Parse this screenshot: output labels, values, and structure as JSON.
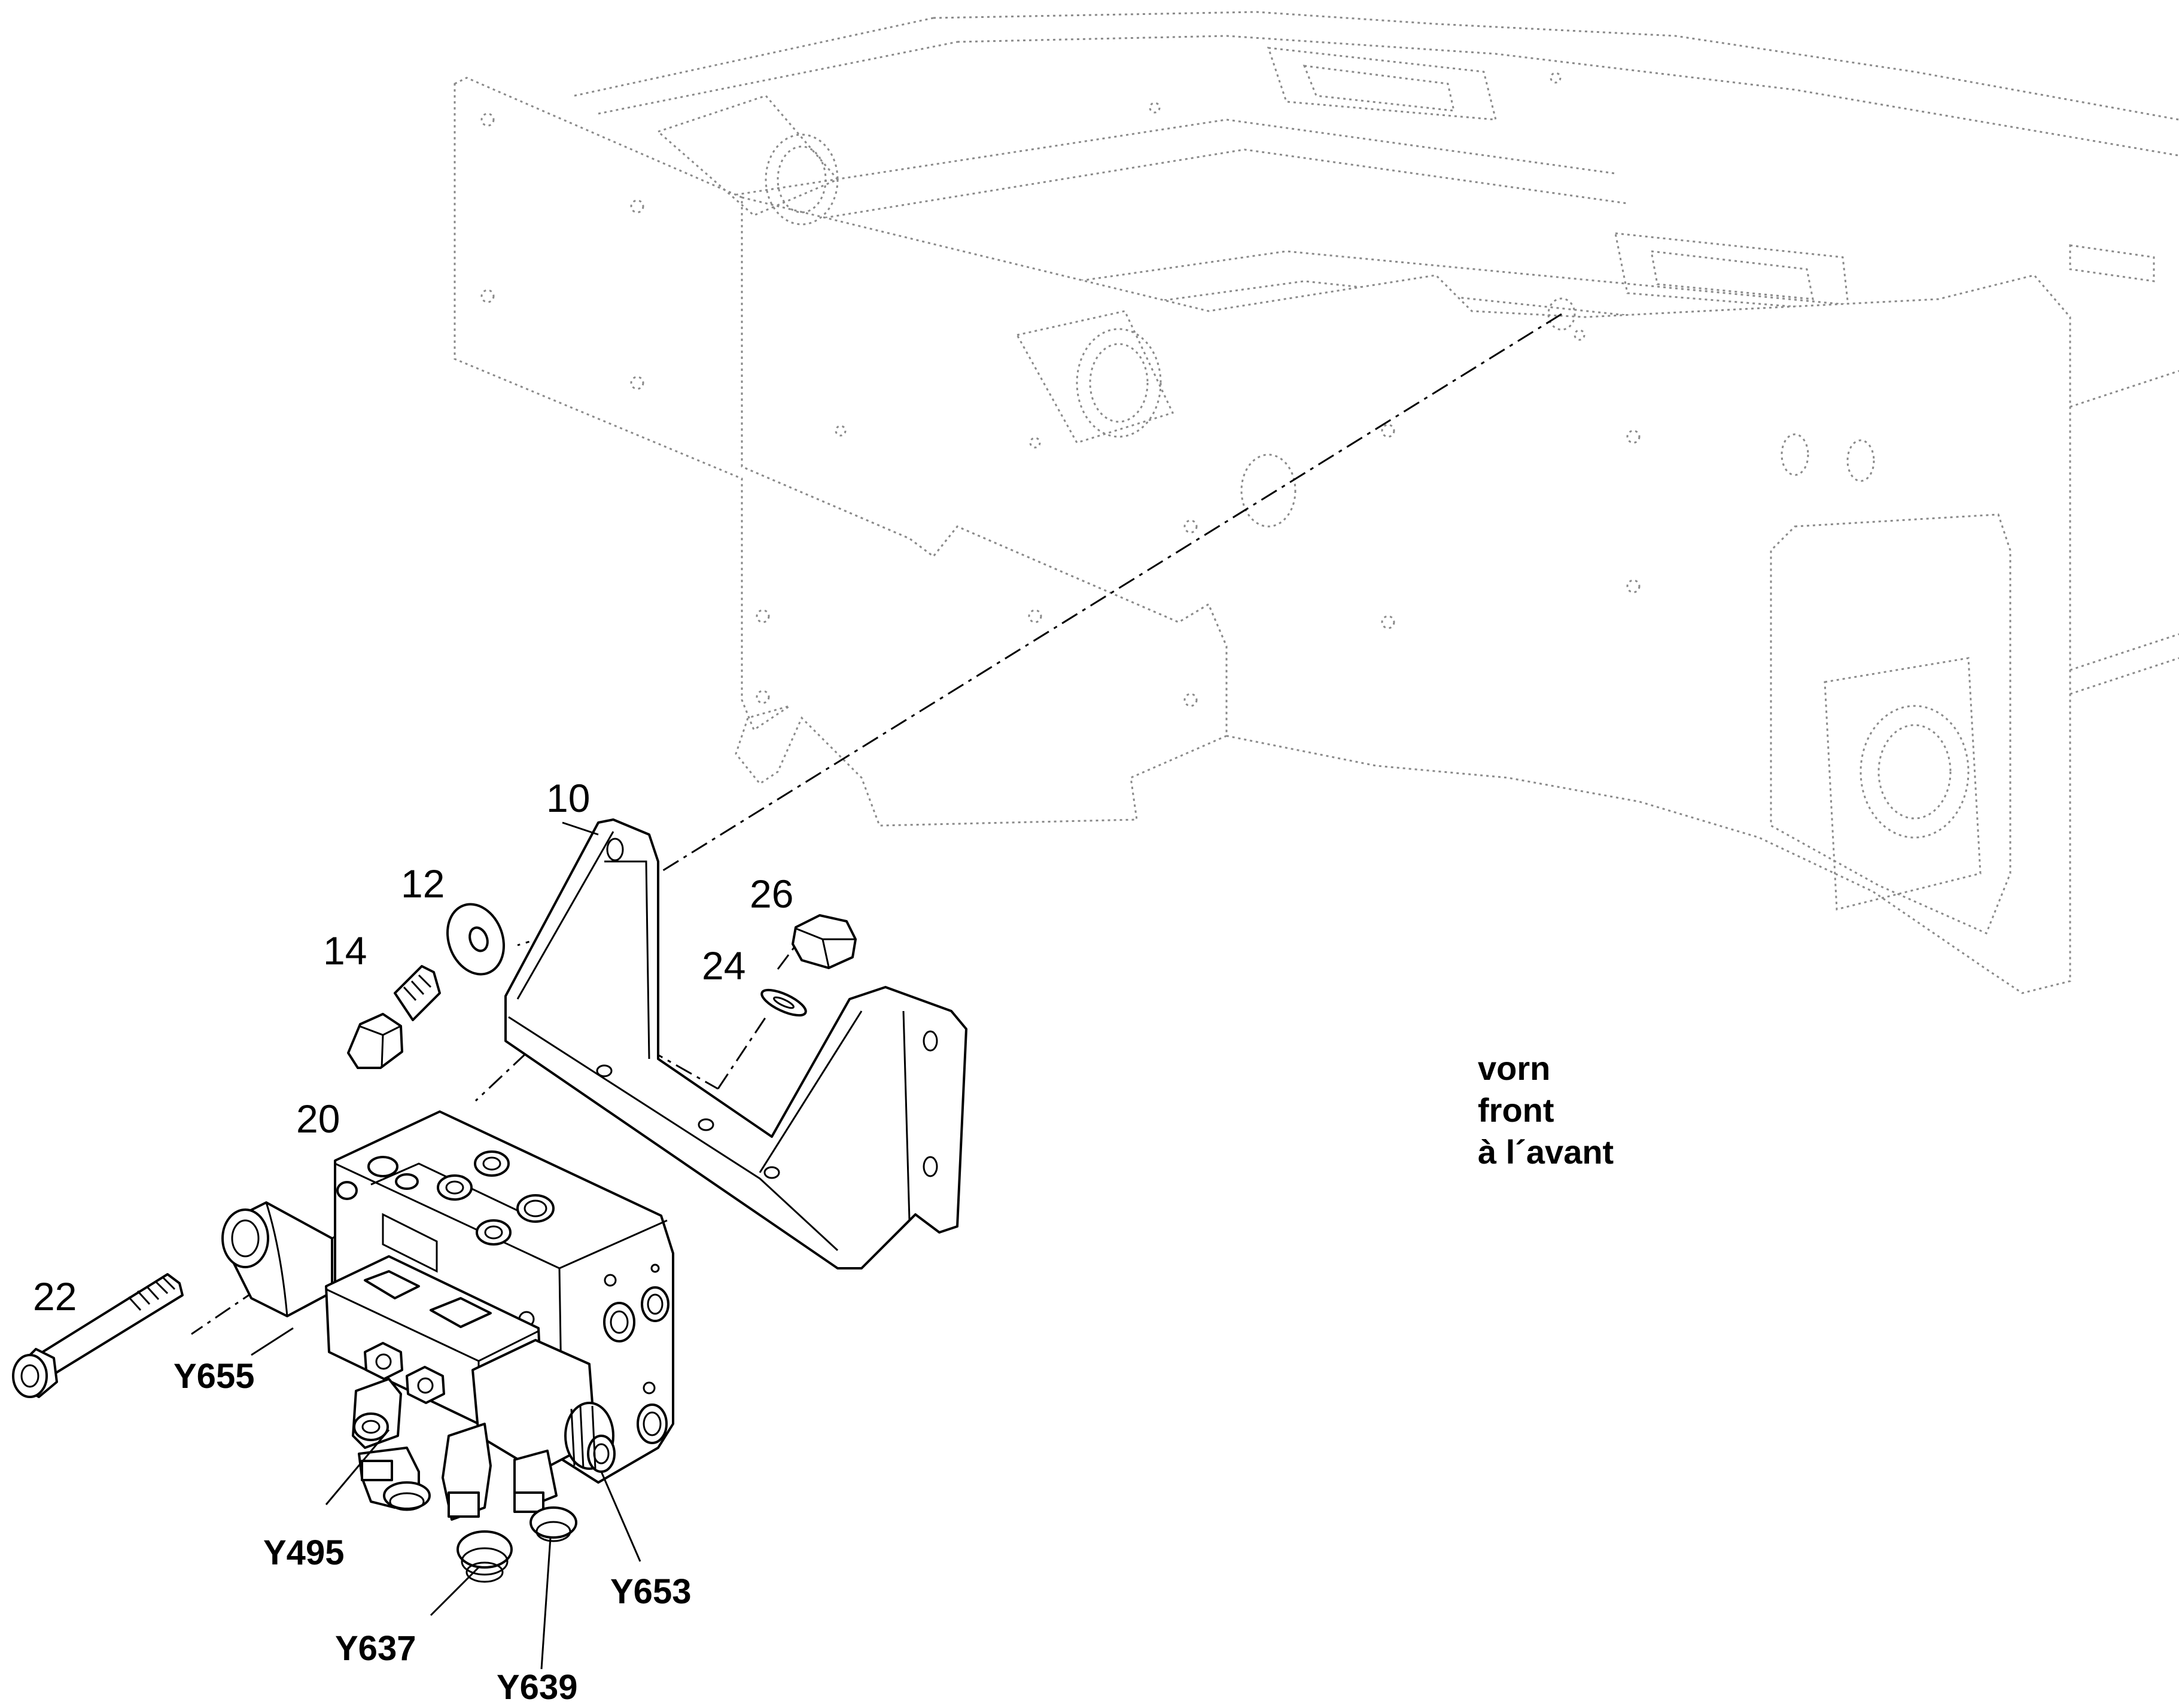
{
  "callouts": {
    "p10": "10",
    "p12": "12",
    "p14": "14",
    "p20": "20",
    "p22": "22",
    "p24": "24",
    "p26": "26"
  },
  "solenoids": {
    "y655": "Y655",
    "y495": "Y495",
    "y637": "Y637",
    "y639": "Y639",
    "y653": "Y653"
  },
  "orientation_note": {
    "line1": "vorn",
    "line2": "front",
    "line3": "à l´avant"
  }
}
